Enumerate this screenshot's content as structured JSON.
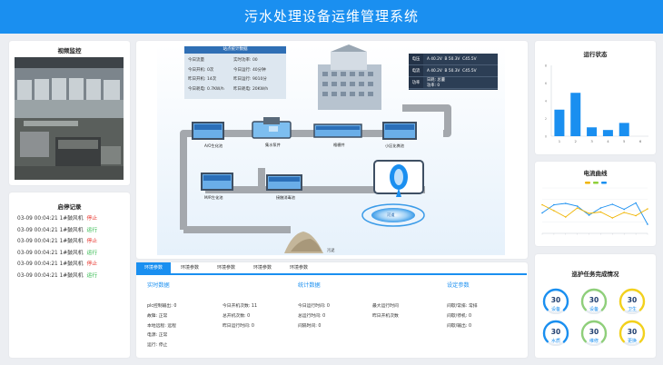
{
  "app": {
    "title": "污水处理设备运维管理系统"
  },
  "video": {
    "title": "视频监控"
  },
  "records": {
    "title": "启停记录",
    "items": [
      {
        "time": "03-09 00:04:21",
        "device": "1#鼓风机",
        "status": "停止",
        "color": "#e8322a"
      },
      {
        "time": "03-09 00:04:21",
        "device": "1#鼓风机",
        "status": "运行",
        "color": "#21b43f"
      },
      {
        "time": "03-09 00:04:21",
        "device": "1#鼓风机",
        "status": "停止",
        "color": "#e8322a"
      },
      {
        "time": "03-09 00:04:21",
        "device": "1#鼓风机",
        "status": "运行",
        "color": "#21b43f"
      },
      {
        "time": "03-09 00:04:21",
        "device": "1#鼓风机",
        "status": "停止",
        "color": "#e8322a"
      },
      {
        "time": "03-09 00:04:21",
        "device": "1#鼓风机",
        "status": "运行",
        "color": "#21b43f"
      }
    ]
  },
  "process": {
    "stats": {
      "title": "站点统计数据",
      "rows": [
        [
          "今日流量",
          "实时功率: 00"
        ],
        [
          "今日开机: 0次",
          "今日运行: 40分钟"
        ],
        [
          "昨日开机: 14次",
          "昨日运行: 9010分"
        ],
        [
          "今日耗电: 0.7KW/h",
          "昨日耗电: 20KW/h"
        ]
      ]
    },
    "electric": {
      "rows": [
        {
          "label": "电压",
          "value": "A 40.2V  B 50.3V  C45.5V"
        },
        {
          "label": "电流",
          "value": "A 40.2V  B 50.3V  C45.5V"
        },
        {
          "label": "功率",
          "value": "日耗: 总量\n功率: 0"
        }
      ]
    },
    "units": {
      "ao": "A/O生化池",
      "collect": "集水泵井",
      "grid": "格栅井",
      "clarifier": "小区化粪池",
      "mr": "M/R生化池",
      "disinfect": "接触消毒池",
      "river": "河道",
      "sludge": "污泥"
    }
  },
  "env": {
    "tabs": [
      "环境参数",
      "环境参数",
      "环境参数",
      "环境参数",
      "环境参数"
    ],
    "sections": {
      "realtime": "实时数据",
      "stats": "统计数据",
      "settings": "设定参数"
    },
    "realtime": [
      "plc控制输出: 0",
      "故障: 正常",
      "本地远程: 远程",
      "电源: 正常",
      "运行: 停止"
    ],
    "realtime2": [
      "今日开机次数: 11",
      "总开机次数: 0",
      "昨日运行时间: 0"
    ],
    "stats": [
      "今日运行时间: 0",
      "总运行时间: 0",
      "间隔时间: 0"
    ],
    "stats2": [
      "最大运行时间",
      "昨日开机次数"
    ],
    "settings": [
      "间歇/常排: 常排",
      "间歇/停机: 0",
      "间歇/输出: 0"
    ]
  },
  "status_chart": {
    "title": "运行状态",
    "chart_data": {
      "type": "bar",
      "categories": [
        "1",
        "2",
        "3",
        "4",
        "5",
        "6"
      ],
      "values": [
        3.0,
        4.9,
        1.0,
        0.7,
        1.5,
        0
      ],
      "ylim": [
        0,
        8
      ],
      "yticks": [
        "8",
        "6",
        "4",
        "2",
        "0"
      ],
      "color": "#1a8ff0"
    }
  },
  "current_chart": {
    "title": "电流曲线",
    "chart_data": {
      "type": "line",
      "x": [
        "1",
        "2",
        "3",
        "4",
        "5",
        "6",
        "7",
        "8",
        "9",
        "10"
      ],
      "series": [
        {
          "values": [
            4.5,
            6.3,
            6.6,
            6.0,
            4.0,
            5.6,
            6.4,
            5.3,
            6.7,
            2.0
          ],
          "color": "#1a8ff0"
        },
        {
          "values": [
            6.3,
            5.0,
            3.6,
            5.6,
            4.4,
            4.7,
            3.4,
            4.6,
            3.9,
            5.4
          ],
          "color": "#f0b400"
        }
      ],
      "ylim": [
        0,
        10
      ],
      "legend_colors": [
        "#f0b400",
        "#8fcf3a",
        "#1a8ff0"
      ]
    }
  },
  "tasks": {
    "title": "巡护任务完成情况",
    "gauges": [
      {
        "value": "30",
        "label": "设备",
        "ring": "#1a8ff0",
        "fraction": 0.75
      },
      {
        "value": "30",
        "label": "设备",
        "ring": "#8fcf7a",
        "fraction": 0.75
      },
      {
        "value": "30",
        "label": "卫生",
        "ring": "#f3d11c",
        "fraction": 0.75
      },
      {
        "value": "30",
        "label": "水质",
        "ring": "#1a8ff0",
        "fraction": 0.75
      },
      {
        "value": "30",
        "label": "维修",
        "ring": "#8fcf7a",
        "fraction": 0.75
      },
      {
        "value": "30",
        "label": "更换",
        "ring": "#f3d11c",
        "fraction": 0.75
      }
    ]
  }
}
